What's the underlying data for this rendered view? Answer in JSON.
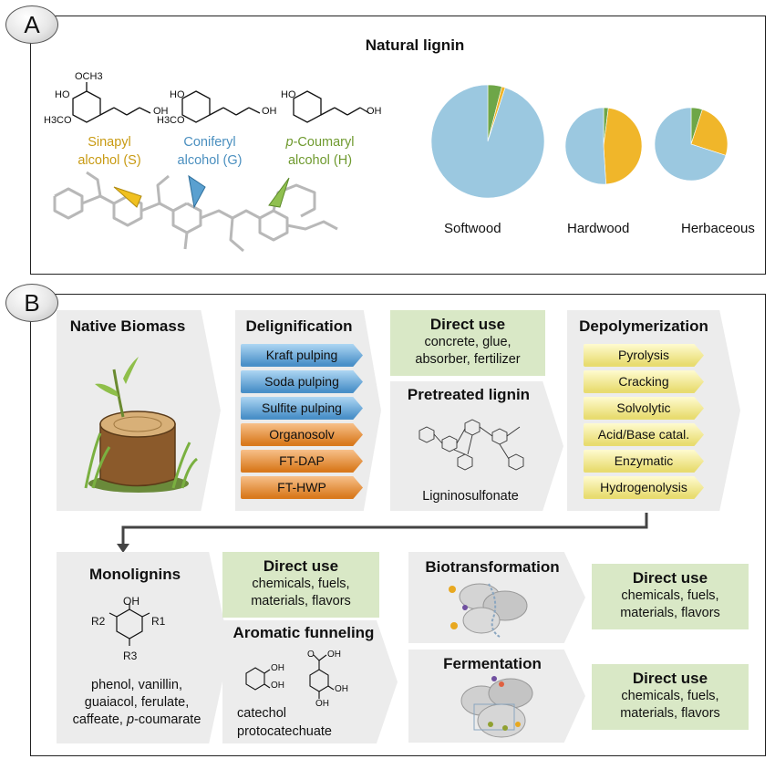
{
  "panel_a": {
    "badge": "A",
    "title": "Natural lignin",
    "monomers": [
      {
        "name_line1": "Sinapyl",
        "name_line2": "alcohol (S)",
        "color": "#c89a12"
      },
      {
        "name_line1": "Coniferyl",
        "name_line2": "alcohol (G)",
        "color": "#4a8fbf"
      },
      {
        "name_prefix": "p",
        "name_line1": "-Coumaryl",
        "name_line2": "alcohol (H)",
        "color": "#6f9a2f"
      }
    ],
    "struct_labels": {
      "och3": "OCH3",
      "ho": "HO",
      "h3co": "H3CO",
      "oh": "OH"
    },
    "colors": {
      "S": "#f0b62a",
      "G": "#9bc8e0",
      "H": "#6ea648"
    }
  },
  "chart_data": [
    {
      "type": "pie",
      "title": "Softwood",
      "labels": [
        "H",
        "S",
        "G"
      ],
      "values": [
        4,
        1,
        95
      ]
    },
    {
      "type": "pie",
      "title": "Hardwood",
      "labels": [
        "H",
        "S",
        "G"
      ],
      "values": [
        2,
        47,
        51
      ]
    },
    {
      "type": "pie",
      "title": "Herbaceous",
      "labels": [
        "H",
        "S",
        "G"
      ],
      "values": [
        5,
        25,
        70
      ]
    }
  ],
  "panel_b": {
    "badge": "B",
    "native_biomass": {
      "title": "Native Biomass"
    },
    "delignification": {
      "title": "Delignification",
      "methods": [
        {
          "label": "Kraft pulping",
          "kind": "blue"
        },
        {
          "label": "Soda pulping",
          "kind": "blue"
        },
        {
          "label": "Sulfite pulping",
          "kind": "blue"
        },
        {
          "label": "Organosolv",
          "kind": "orange"
        },
        {
          "label": "FT-DAP",
          "kind": "orange"
        },
        {
          "label": "FT-HWP",
          "kind": "orange"
        }
      ]
    },
    "direct_use_1": {
      "title": "Direct use",
      "line1": "concrete, glue,",
      "line2": "absorber, fertilizer"
    },
    "pretreated": {
      "title": "Pretreated lignin",
      "caption": "Ligninosulfonate"
    },
    "depolymerization": {
      "title": "Depolymerization",
      "methods": [
        "Pyrolysis",
        "Cracking",
        "Solvolytic",
        "Acid/Base catal.",
        "Enzymatic",
        "Hydrogenolysis"
      ]
    },
    "monolignins": {
      "title": "Monolignins",
      "labels": {
        "oh": "OH",
        "r1": "R1",
        "r2": "R2",
        "r3": "R3"
      },
      "line1": "phenol, vanillin,",
      "line2": "guaiacol, ferulate,",
      "line3a": "caffeate, ",
      "line3_italic": "p",
      "line3b": "-coumarate"
    },
    "direct_use_2": {
      "title": "Direct use",
      "line1": "chemicals, fuels,",
      "line2": "materials, flavors"
    },
    "aromatic": {
      "title": "Aromatic funneling",
      "labels": {
        "oh": "OH",
        "o": "O"
      },
      "caption1": "catechol",
      "caption2": "protocatechuate"
    },
    "biotransformation": {
      "title": "Biotransformation"
    },
    "fermentation": {
      "title": "Fermentation"
    },
    "direct_use_3": {
      "title": "Direct use",
      "line1": "chemicals, fuels,",
      "line2": "materials, flavors"
    },
    "direct_use_4": {
      "title": "Direct use",
      "line1": "chemicals, fuels,",
      "line2": "materials, flavors"
    }
  }
}
